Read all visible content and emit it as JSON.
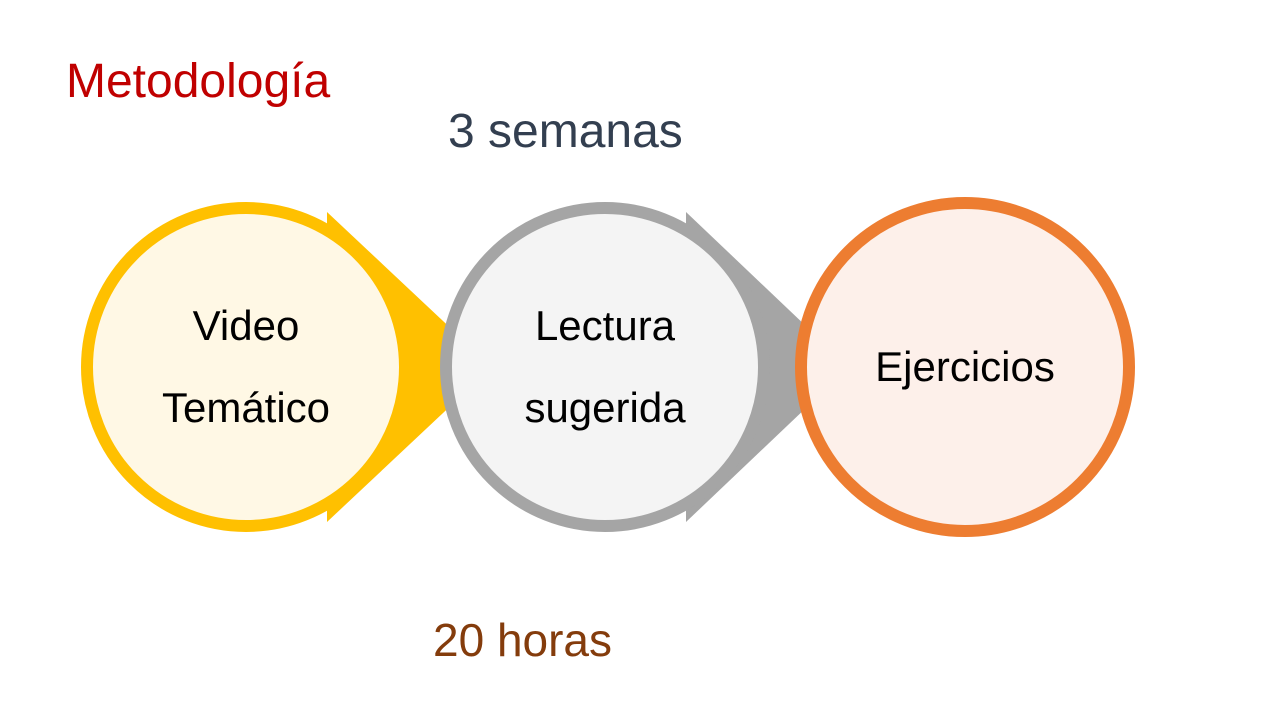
{
  "slide": {
    "title": "Metodología",
    "duration": "3 semanas",
    "hours": "20 horas"
  },
  "colors": {
    "title": "#C00000",
    "duration": "#333F50",
    "hours": "#843C0C",
    "label": "#000000"
  },
  "process": {
    "steps": [
      {
        "lines": [
          "Video",
          "Temático"
        ],
        "stroke": "#FFC000",
        "fill": "#FFF8E5"
      },
      {
        "lines": [
          "Lectura",
          "sugerida"
        ],
        "stroke": "#A5A5A5",
        "fill": "#F4F4F4"
      },
      {
        "lines": [
          "Ejercicios"
        ],
        "stroke": "#ED7D31",
        "fill": "#FDF0EA"
      }
    ]
  }
}
